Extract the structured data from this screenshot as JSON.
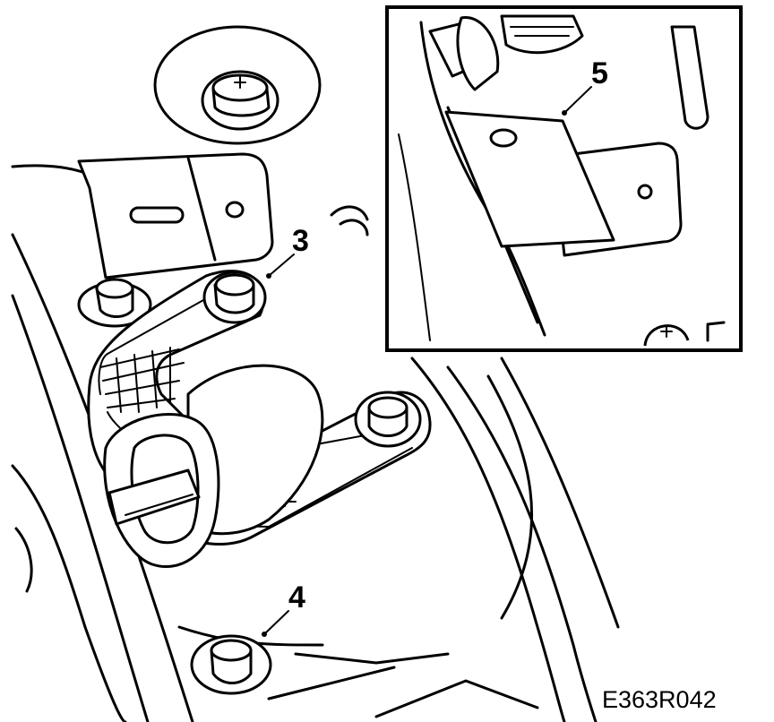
{
  "callouts": [
    {
      "id": "3",
      "label": "3"
    },
    {
      "id": "4",
      "label": "4"
    },
    {
      "id": "5",
      "label": "5"
    }
  ],
  "figure_code": "E363R042"
}
